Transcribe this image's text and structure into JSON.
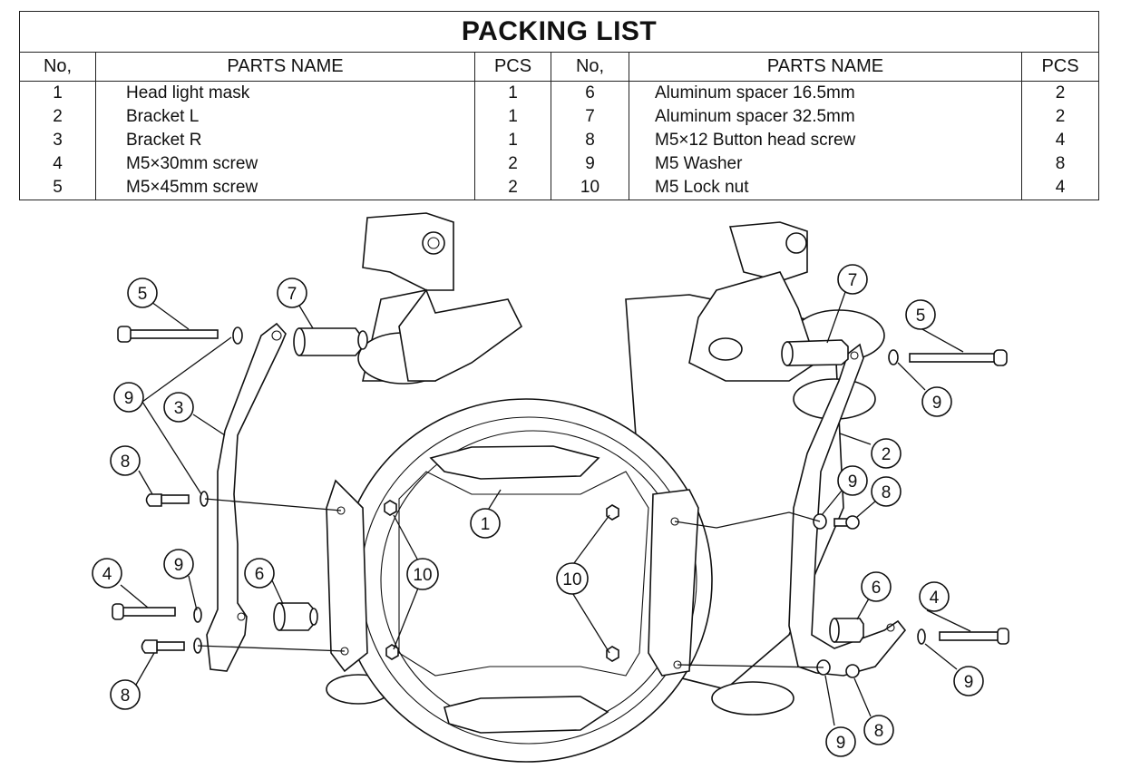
{
  "title": "PACKING LIST",
  "headers": {
    "no": "No,",
    "name": "PARTS NAME",
    "pcs": "PCS"
  },
  "rows": [
    {
      "left": {
        "no": "1",
        "name": "Head light mask",
        "pcs": "1"
      },
      "right": {
        "no": "6",
        "name": "Aluminum spacer 16.5mm",
        "pcs": "2"
      }
    },
    {
      "left": {
        "no": "2",
        "name": "Bracket L",
        "pcs": "1"
      },
      "right": {
        "no": "7",
        "name": "Aluminum spacer 32.5mm",
        "pcs": "2"
      }
    },
    {
      "left": {
        "no": "3",
        "name": "Bracket R",
        "pcs": "1"
      },
      "right": {
        "no": "8",
        "name": "M5×12 Button head screw",
        "pcs": "4"
      }
    },
    {
      "left": {
        "no": "4",
        "name": "M5×30mm screw",
        "pcs": "2"
      },
      "right": {
        "no": "9",
        "name": "M5 Washer",
        "pcs": "8"
      }
    },
    {
      "left": {
        "no": "5",
        "name": "M5×45mm screw",
        "pcs": "2"
      },
      "right": {
        "no": "10",
        "name": "M5 Lock nut",
        "pcs": "4"
      }
    }
  ],
  "callouts": {
    "c1": "1",
    "c2": "2",
    "c3": "3",
    "c4a": "4",
    "c4b": "4",
    "c5a": "5",
    "c5b": "5",
    "c6a": "6",
    "c6b": "6",
    "c7a": "7",
    "c7b": "7",
    "c8a": "8",
    "c8b": "8",
    "c8c": "8",
    "c8d": "8",
    "c9a": "9",
    "c9b": "9",
    "c9c": "9",
    "c9d": "9",
    "c9e": "9",
    "c10a": "10",
    "c10b": "10"
  }
}
